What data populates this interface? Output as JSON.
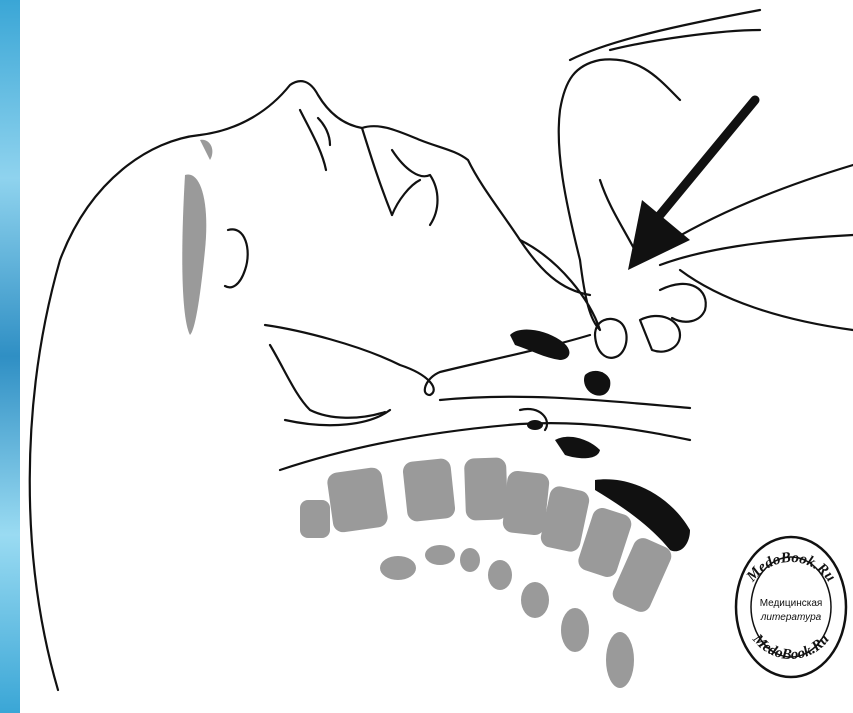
{
  "colors": {
    "background": "#ffffff",
    "line": "#111111",
    "bone": "#9a9a9a",
    "airway": "#111111",
    "edge": "#3aa6d6"
  },
  "stamp": {
    "ring_top": "MedoBook.Ru",
    "ring_bottom": "MedoBook.Ru",
    "center_line1": "Медицинская",
    "center_line2": "литература"
  }
}
